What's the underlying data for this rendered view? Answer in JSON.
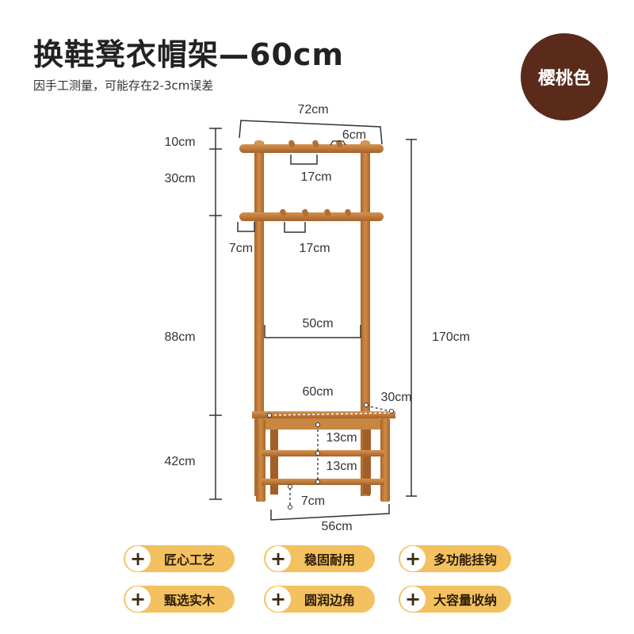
{
  "header": {
    "title": "换鞋凳衣帽架—60cm",
    "subtitle": "因手工测量，可能存在2-3cm误差",
    "color_badge": "樱桃色"
  },
  "dimensions": {
    "top_width": "72cm",
    "hook_spacing": "6cm",
    "top_rail_height": "10cm",
    "top_hook_gap": "17cm",
    "mid_section": "30cm",
    "side_hook_offset": "7cm",
    "mid_hook_gap": "17cm",
    "frame_inner_width": "50cm",
    "upper_height": "88cm",
    "total_height": "170cm",
    "bench_width": "60cm",
    "bench_depth": "30cm",
    "shelf_gap_1": "13cm",
    "shelf_gap_2": "13cm",
    "bench_height": "42cm",
    "bottom_clearance": "7cm",
    "base_width": "56cm"
  },
  "features": [
    "匠心工艺",
    "稳固耐用",
    "多功能挂钩",
    "甄选实木",
    "圆润边角",
    "大容量收纳"
  ],
  "colors": {
    "wood": "#c07a35",
    "wood_dark": "#9a5a22",
    "badge": "#5a2a1b",
    "pill": "#f4c160"
  }
}
